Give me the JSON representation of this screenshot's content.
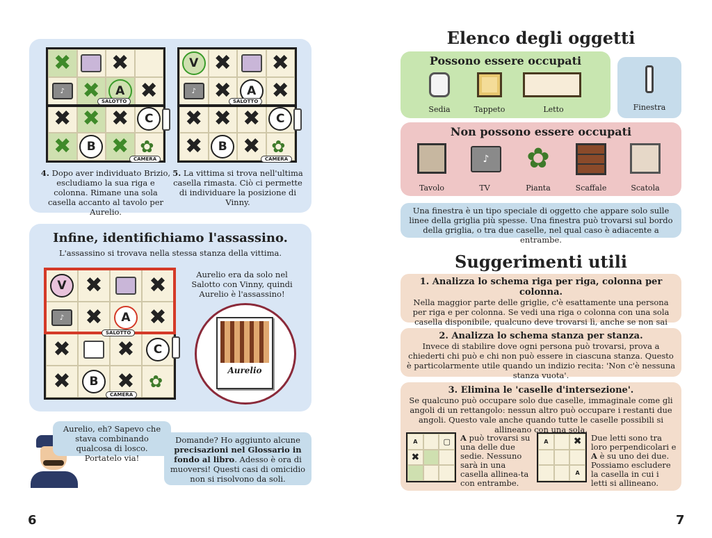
{
  "left": {
    "step4": {
      "num": "4.",
      "text": " Dopo aver individuato Brizio, escludiamo la sua riga e colonna. Rimane una sola casella accanto al tavolo per Aurelio."
    },
    "step5": {
      "num": "5.",
      "text": " La vittima si trova nell'ultima casella rimasta. Ciò ci permette di individuare la posizione di Vinny."
    },
    "grid_labels": {
      "salotto": "SALOTTO",
      "camera": "CAMERA",
      "a": "A",
      "b": "B",
      "c": "C",
      "v": "V",
      "tv_note": "♪"
    },
    "conclusion": {
      "title": "Infine, identifichiamo l'assassino.",
      "subtitle": "L'assassino si trovava nella stessa stanza della vittima.",
      "note": "Aurelio era da solo nel Salotto con Vinny, quindi Aurelio è l'assassino!",
      "portrait_name": "Aurelio"
    },
    "speech_officer": "Aurelio, eh? Sapevo che stava combinando qualcosa di losco. Portatelo via!",
    "speech_questions": {
      "pre": "Domande? Ho aggiunto alcune ",
      "bold": "precisazioni nel Glossario in fondo al libro",
      "post": ". Adesso è ora di muoversi! Questi casi di omicidio non si risolvono da soli."
    },
    "page_number": "6"
  },
  "right": {
    "objects_title": "Elenco degli oggetti",
    "can_occupy": {
      "title": "Possono essere occupati",
      "items": [
        "Sedia",
        "Tappeto",
        "Letto"
      ]
    },
    "window_label": "Finestra",
    "cannot_occupy": {
      "title": "Non possono essere occupati",
      "items": [
        "Tavolo",
        "TV",
        "Pianta",
        "Scaffale",
        "Scatola"
      ]
    },
    "window_note": "Una finestra è un tipo speciale di oggetto che appare solo sulle linee della griglia più spesse. Una finestra può trovarsi sul bordo della griglia, o tra due caselle, nel qual caso è adiacente a entrambe.",
    "tips_title": "Suggerimenti utili",
    "tips": [
      {
        "title": "1. Analizza lo schema riga per riga, colonna per colonna.",
        "text": "Nella maggior parte delle griglie, c'è esattamente una persona per riga e per colonna. Se vedi una riga o colonna con una sola casella disponibile, qualcuno deve trovarsi lì, anche se non sai ancora chi."
      },
      {
        "title": "2. Analizza lo schema stanza per stanza.",
        "text": "Invece di stabilire dove ogni persona può trovarsi, prova a chiederti chi può e chi non può essere in ciascuna stanza. Questo è particolarmente utile quando un indizio recita: 'Non c'è nessuna stanza vuota'."
      },
      {
        "title": "3. Elimina le 'caselle d'intersezione'.",
        "text": "Se qualcuno può occupare solo due caselle, immaginale come gli angoli di un rettangolo: nessun altro può occupare i restanti due angoli. Questo vale anche quando tutte le caselle possibili si allineano con una sola."
      }
    ],
    "tip3_example1": {
      "a": "A",
      "text": " può trovarsi su una delle due sedie. Nessuno sarà in una casella allinea-ta con entrambe."
    },
    "tip3_example2": {
      "pre": "Due letti sono tra loro perpendicolari e ",
      "a": "A",
      "text": " è su uno dei due. Possiamo escludere la casella in cui i letti si allineano."
    },
    "page_number": "7"
  },
  "colors": {
    "blue_panel": "#d9e6f5",
    "green_panel": "#c8e6b0",
    "red_panel": "#efc6c6",
    "tip_panel": "#f3ddcc",
    "red_frame": "#d43a28"
  }
}
